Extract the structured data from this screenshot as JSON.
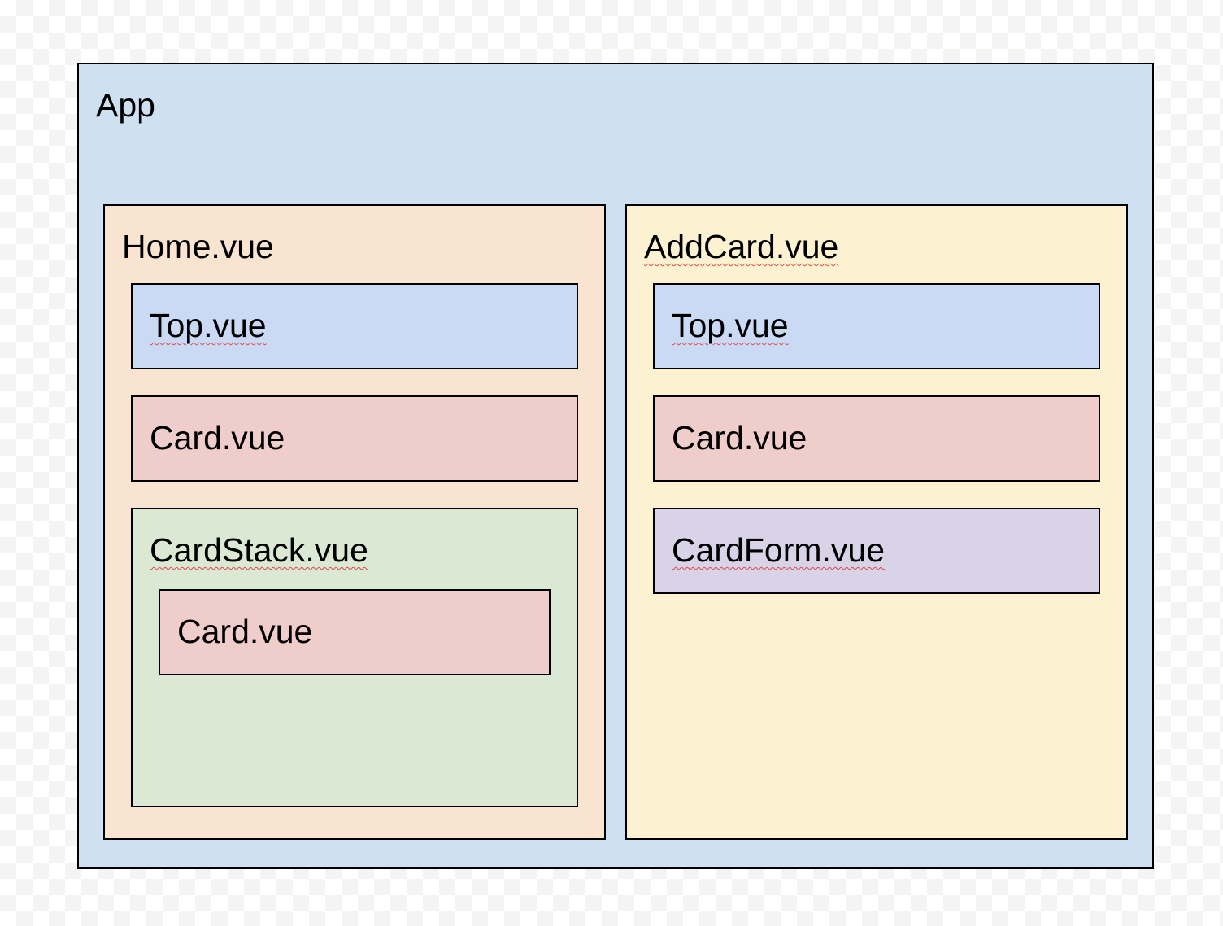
{
  "labels": {
    "app": "App",
    "home": "Home.vue",
    "home_top": "Top.vue",
    "home_card": "Card.vue",
    "cardstack": "CardStack.vue",
    "cardstack_card": "Card.vue",
    "addcard": "AddCard.vue",
    "addcard_top": "Top.vue",
    "addcard_card": "Card.vue",
    "cardform": "CardForm.vue"
  },
  "colors": {
    "app": "#cfe0f1",
    "home": "#f8e4d0",
    "addcard": "#fcf1d0",
    "top": "#cad9f4",
    "card": "#efcdcb",
    "cardstack": "#dbe8d3",
    "cardform": "#d8d3e7",
    "border": "#000000",
    "spellcheck": "#e04848"
  }
}
